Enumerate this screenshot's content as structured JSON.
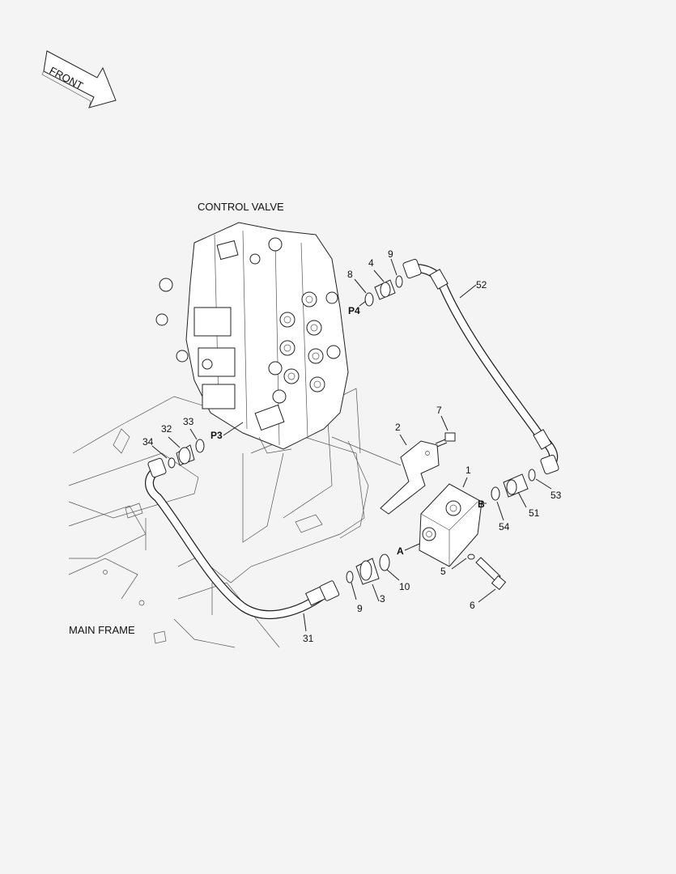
{
  "front_arrow": {
    "label": "FRONT"
  },
  "titles": {
    "control_valve": "CONTROL VALVE",
    "main_frame": "MAIN FRAME"
  },
  "ports": {
    "p4": "P4",
    "p3": "P3",
    "a": "A",
    "b": "B"
  },
  "callouts": {
    "c1": "1",
    "c2": "2",
    "c3": "3",
    "c4": "4",
    "c5": "5",
    "c6": "6",
    "c7": "7",
    "c8": "8",
    "c9a": "9",
    "c9b": "9",
    "c10": "10",
    "c31": "31",
    "c32": "32",
    "c33": "33",
    "c34": "34",
    "c51": "51",
    "c52": "52",
    "c53": "53",
    "c54": "54"
  },
  "colors": {
    "line": "#222222",
    "background": "#f4f4f4"
  }
}
